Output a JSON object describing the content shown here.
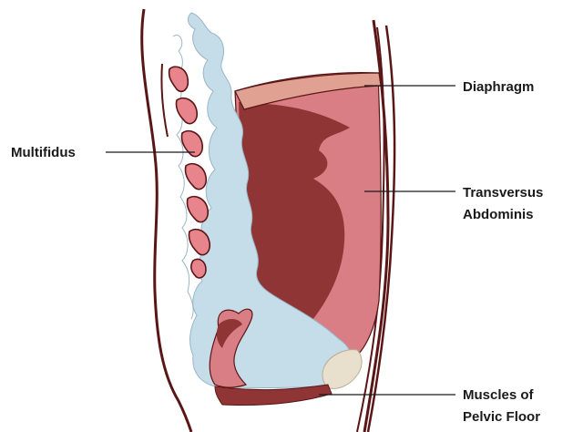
{
  "labels": {
    "multifidus": "Multifidus",
    "diaphragm": "Diaphragm",
    "transversus_line1": "Transversus",
    "transversus_line2": "Abdominis",
    "pelvic_line1": "Muscles of",
    "pelvic_line2": "Pelvic Floor"
  },
  "colors": {
    "outline": "#5a1616",
    "spine": "#c5dce9",
    "muscle_dark": "#8f3535",
    "muscle_mid": "#d97e84",
    "muscle_light": "#e0a192",
    "multifidus": "#e7848c",
    "hip_bone": "#e8dfcc",
    "text": "#1a1a1a"
  }
}
